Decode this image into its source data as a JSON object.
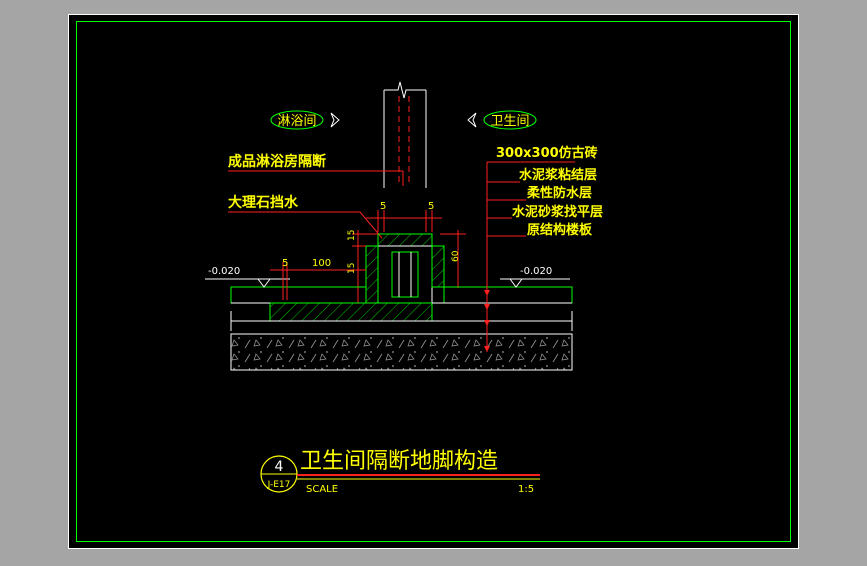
{
  "spaces": {
    "left": "淋浴间",
    "right": "卫生间"
  },
  "left_callouts": {
    "shower_partition": "成品淋浴房隔断",
    "marble_curb": "大理石挡水"
  },
  "layer_labels": [
    "300x300仿古砖",
    "水泥浆粘结层",
    "柔性防水层",
    "水泥砂浆找平层",
    "原结构楼板"
  ],
  "dimensions": {
    "gap_left": "5",
    "gap_right": "5",
    "curb_top": "15",
    "curb_top_b": "5",
    "curb_height": "60",
    "curb_body": "15",
    "step_gap": "5",
    "offset": "100",
    "elev_left": "-0.020",
    "elev_right": "-0.020"
  },
  "title_block": {
    "number": "4",
    "sheet_ref": "J-E17",
    "title": "卫生间隔断地脚构造",
    "scale_label": "SCALE",
    "scale_value": "1:5"
  },
  "colors": {
    "background": "#000000",
    "frame": "#00ff00",
    "annotation": "#ffff00",
    "leader": "#ff0000",
    "hatch": "#00ff00"
  }
}
